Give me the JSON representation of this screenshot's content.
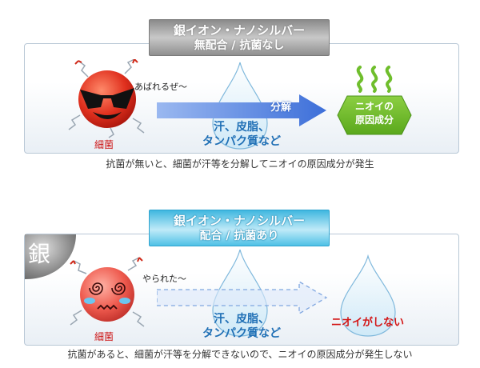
{
  "top": {
    "banner_line1": "銀イオン・ナノシルバー",
    "banner_line2": "無配合 / 抗菌なし",
    "speech": "あばれるぜ〜",
    "bacteria_label": "細菌",
    "arrow_label": "分解",
    "sweat_line1": "汗、皮脂、",
    "sweat_line2": "タンパク質など",
    "odor_line1": "ニオイの",
    "odor_line2": "原因成分",
    "caption": "抗菌が無いと、細菌が汗等を分解してニオイの原因成分が発生"
  },
  "bottom": {
    "corner_kanji": "銀",
    "banner_line1": "銀イオン・ナノシルバー",
    "banner_line2": "配合 / 抗菌あり",
    "speech": "やられた〜",
    "bacteria_label": "細菌",
    "sweat_line1": "汗、皮脂、",
    "sweat_line2": "タンパク質など",
    "result": "ニオイがしない",
    "caption": "抗菌があると、細菌が汗等を分解できないので、ニオイの原因成分が発生しない"
  },
  "colors": {
    "bacteria_red": "#e0301e",
    "arrow_blue": "#3d6fd9",
    "odor_green": "#6fbe2c",
    "text_blue": "#1f6fb5",
    "text_red": "#d31515"
  }
}
